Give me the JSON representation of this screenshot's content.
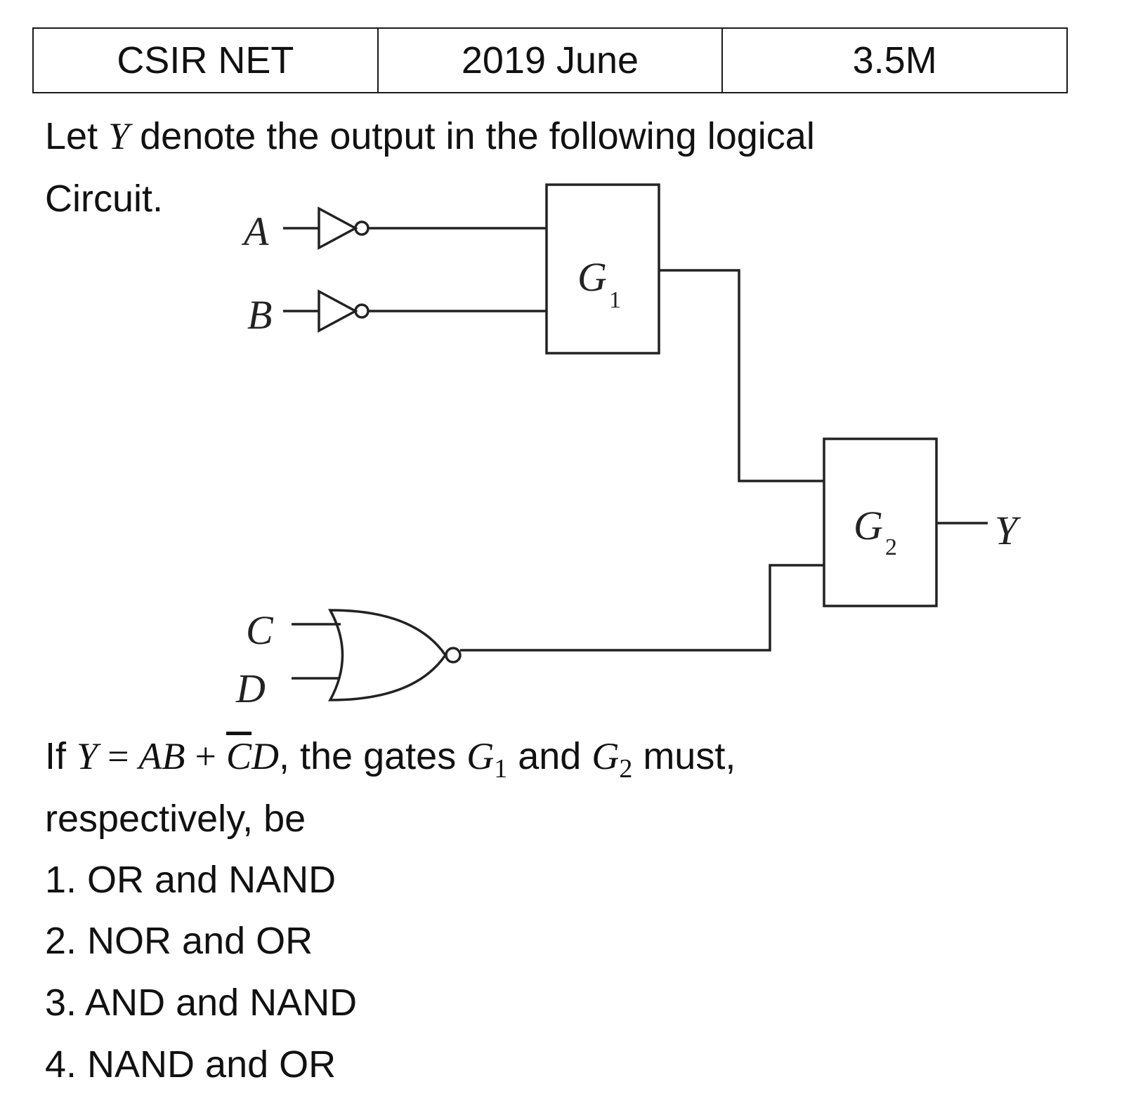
{
  "header": {
    "exam": "CSIR NET",
    "session": "2019 June",
    "marks": "3.5M"
  },
  "question": {
    "intro_before": "Let ",
    "intro_var": "Y",
    "intro_after": " denote the output in the following logical",
    "intro_line2": "Circuit.",
    "cond_if": "If ",
    "cond_Y": "Y",
    "cond_eq": "=",
    "cond_AB": "AB",
    "cond_plus": "+",
    "cond_Cbar": "C",
    "cond_D": "D",
    "cond_mid": ", the gates ",
    "cond_G": "G",
    "cond_1": "1",
    "cond_and": " and ",
    "cond_G2": "G",
    "cond_2": "2",
    "cond_end": " must,",
    "cond_line2": "respectively, be"
  },
  "options": [
    "1. OR and NAND",
    "2. NOR and OR",
    "3. AND and NAND",
    "4. NAND and OR"
  ],
  "circuit": {
    "input_A": "A",
    "input_B": "B",
    "input_C": "C",
    "input_D": "D",
    "gate1": "G",
    "gate1_sub": "1",
    "gate2": "G",
    "gate2_sub": "2",
    "output": "Y"
  }
}
